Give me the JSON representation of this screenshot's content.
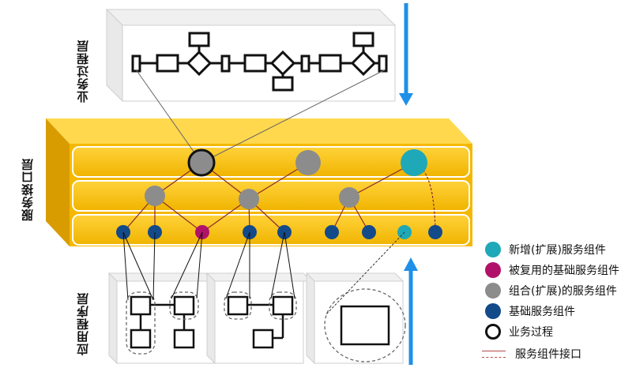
{
  "labels": {
    "business_process_layer": "业务过程层",
    "service_interface_layer": "服务接口层",
    "application_layer": "应用程序层"
  },
  "legend": {
    "new_service": "新增(扩展)服务组件",
    "reused_basic": "被复用的基础服务组件",
    "composite": "组合(扩展)的服务组件",
    "basic": "基础服务组件",
    "process": "业务过程",
    "interface": "服务组件接口"
  },
  "colors": {
    "teal": "#1fa8b8",
    "magenta": "#b0126a",
    "gray": "#8c8c8c",
    "navy": "#134a8a",
    "band": "#ffc000",
    "arrow": "#1e90e8",
    "interface_line": "#b84a4a"
  }
}
